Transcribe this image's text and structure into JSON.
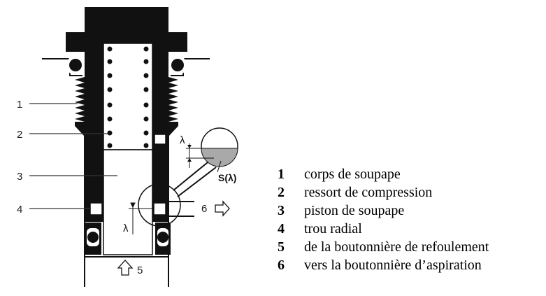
{
  "callouts": [
    {
      "num": "1",
      "text": "corps de soupape"
    },
    {
      "num": "2",
      "text": "ressort de compression"
    },
    {
      "num": "3",
      "text": "piston de soupape"
    },
    {
      "num": "4",
      "text": "trou radial"
    },
    {
      "num": "5",
      "text": "de la boutonnière de refoulement"
    },
    {
      "num": "6",
      "text": "vers la boutonnière d’aspiration"
    }
  ],
  "annotations": {
    "lambda": "λ",
    "area": "S(λ)"
  },
  "colors": {
    "ink": "#111111",
    "fluid": "#a9a9a9"
  }
}
